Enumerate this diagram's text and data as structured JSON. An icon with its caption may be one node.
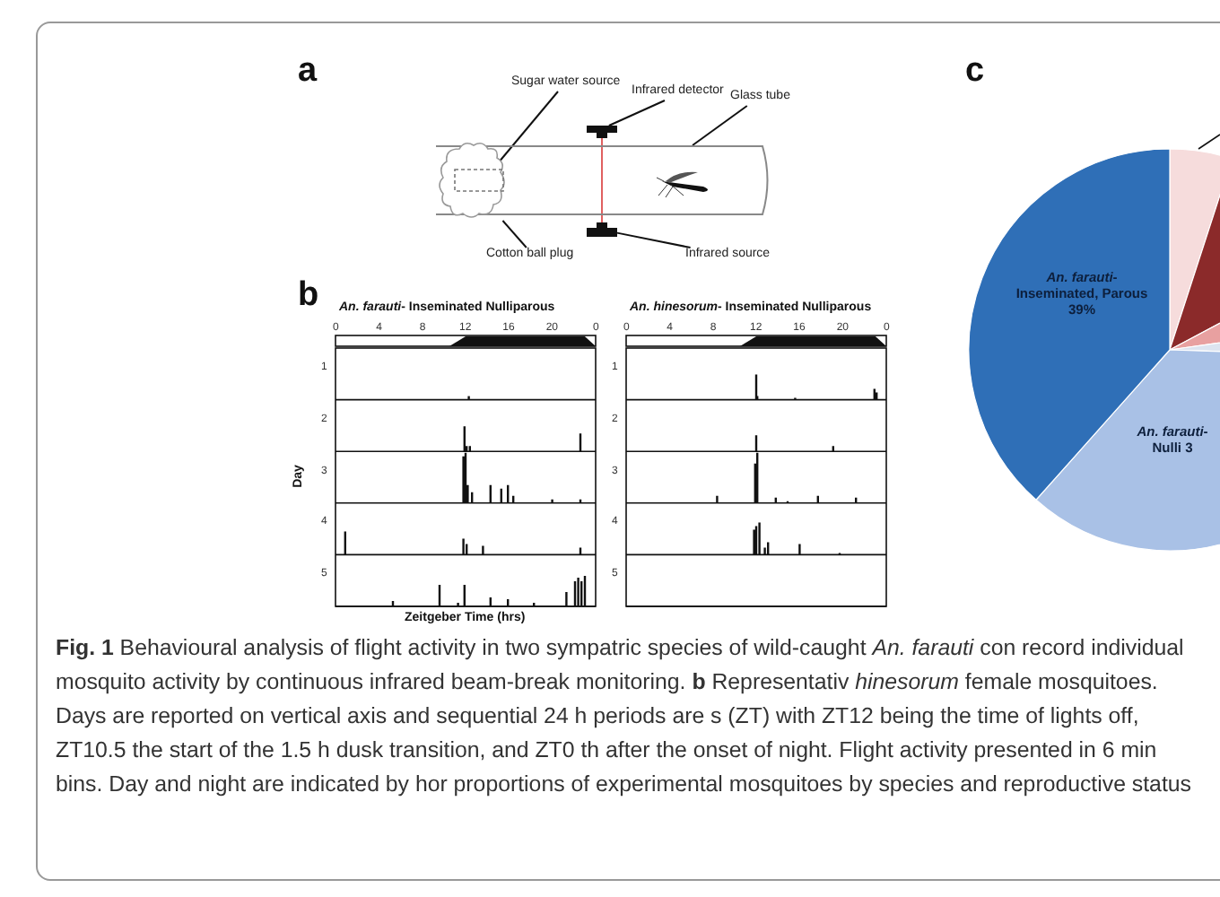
{
  "diagram": {
    "caption": "**Fig. 1** Behavioural analysis of flight activity in two sympatric species of wild-caught *An. farauti* con record individual mosquito activity by continuous infrared beam-break monitoring. **b** Representativ *hinesorum* female mosquitoes. Days are reported on vertical axis and sequential 24 h periods are s (ZT) with ZT12 being the time of lights off, ZT10.5 the start of the 1.5 h dusk transition, and ZT0 th after the onset of night. Flight activity presented in 6 min bins. Day and night are indicated by hor proportions of experimental mosquitoes by species and reproductive status",
    "nodes": [
      {
        "text": [
          "Sugar water source"
        ]
      },
      {
        "text": [
          "Infrared detector"
        ]
      },
      {
        "text": [
          "Glass tube"
        ]
      },
      {
        "text": [
          "Cotton ball plug"
        ]
      },
      {
        "text": [
          "Infrared source"
        ]
      },
      {
        "text": [],
        "shape": "box",
        "in": 8
      },
      {
        "text": [],
        "shape": "bar"
      },
      {
        "text": [],
        "shape": "cylinder"
      },
      {
        "text": [],
        "shape": "cloud",
        "in": 7
      },
      {
        "text": [],
        "shape": "bar"
      }
    ],
    "edges": [
      {
        "from": 0,
        "to": 5,
        "arrow": "none"
      },
      {
        "from": 1,
        "to": 6,
        "arrow": "none"
      },
      {
        "from": 2,
        "to": 7,
        "arrow": "none"
      },
      {
        "from": 3,
        "to": 8,
        "arrow": "none"
      },
      {
        "from": 4,
        "to": 9,
        "arrow": "none"
      },
      {
        "from": 6,
        "to": 9,
        "arrow": "none",
        "color": "#e06060"
      }
    ],
    "labels": [
      "a",
      "b",
      "c",
      "*An. farauti*- Inseminated Nulliparous",
      "0",
      "4",
      "8",
      "12",
      "16",
      "20",
      "0",
      "1",
      "2",
      "3",
      "4",
      "5",
      "Day",
      "Zeitgeber Time (hrs)",
      "*An. hinesorum*- Inseminated Nulliparous",
      "0",
      "4",
      "8",
      "12",
      "16",
      "20",
      "0",
      "1",
      "2",
      "3",
      "4",
      "5",
      "*An. farauti*- Inseminated, Parous 39%",
      "*An. farauti*- Nulli 3"
    ]
  }
}
